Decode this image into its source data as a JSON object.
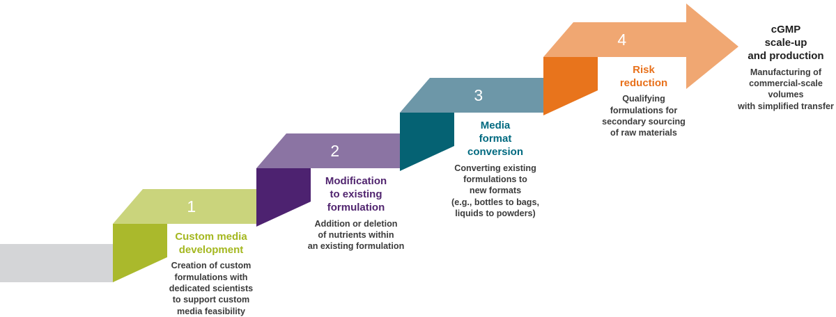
{
  "diagram": {
    "type": "staircase-process",
    "title_visible": false,
    "background": "#ffffff",
    "base": {
      "name": "starting-platform",
      "color": "#d4d5d7"
    },
    "final": {
      "title": "cGMP\nscale-up\nand production",
      "title_lines": [
        "cGMP",
        "scale-up",
        "and production"
      ],
      "body_lines": [
        "Manufacturing of",
        "commercial-scale volumes",
        "with simplified transfer"
      ],
      "title_color": "#1f1f1f",
      "body_color": "#3b3b3b"
    },
    "steps": [
      {
        "number": "1",
        "title_lines": [
          "Custom media",
          "development"
        ],
        "body_lines": [
          "Creation of custom",
          "formulations with",
          "dedicated scientists",
          "to support custom",
          "media feasibility"
        ],
        "title_color": "#a4b71f",
        "top_color": "#cad47c",
        "front_color": "#aab92c"
      },
      {
        "number": "2",
        "title_lines": [
          "Modification",
          "to existing",
          "formulation"
        ],
        "body_lines": [
          "Addition or deletion",
          "of nutrients within",
          "an existing formulation"
        ],
        "title_color": "#51256f",
        "top_color": "#8b74a3",
        "front_color": "#4d2270"
      },
      {
        "number": "3",
        "title_lines": [
          "Media",
          "format",
          "conversion"
        ],
        "body_lines": [
          "Converting existing",
          "formulations to",
          "new formats",
          "(e.g., bottles to bags,",
          "liquids to powders)"
        ],
        "title_color": "#006a80",
        "top_color": "#6d97a8",
        "front_color": "#056273"
      },
      {
        "number": "4",
        "title_lines": [
          "Risk",
          "reduction"
        ],
        "body_lines": [
          "Qualifying",
          "formulations for",
          "secondary sourcing",
          "of raw materials"
        ],
        "title_color": "#e8701a",
        "top_color": "#f0a772",
        "front_color": "#e8741c"
      }
    ]
  }
}
